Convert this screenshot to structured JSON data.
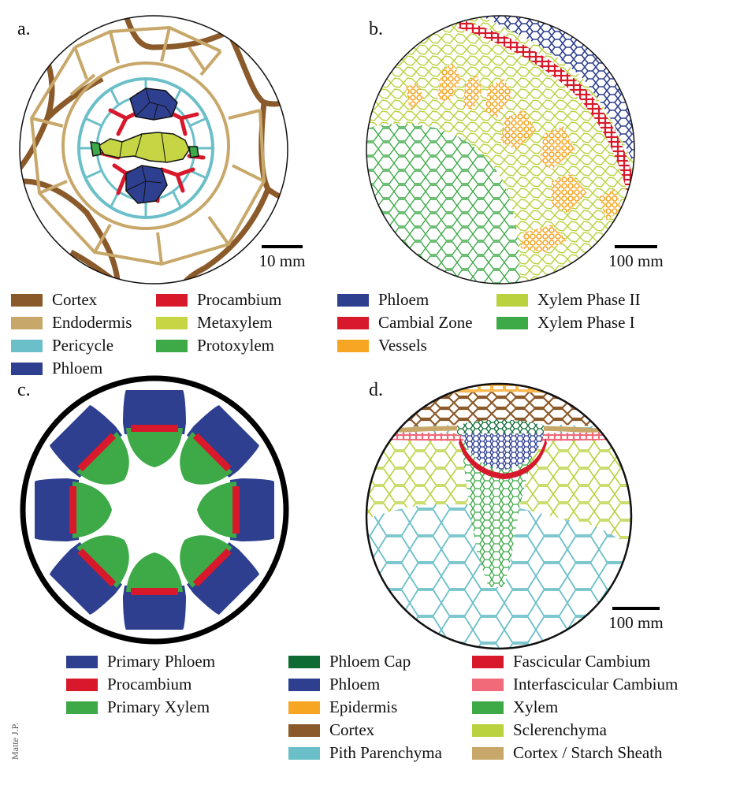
{
  "panels": {
    "a": {
      "label": "a.",
      "scale": "10 mm"
    },
    "b": {
      "label": "b.",
      "scale": "100 mm"
    },
    "c": {
      "label": "c."
    },
    "d": {
      "label": "d.",
      "scale": "100 mm"
    }
  },
  "legend_a": [
    {
      "label": "Cortex",
      "color": "#8B5A2B"
    },
    {
      "label": "Endodermis",
      "color": "#C8A86A"
    },
    {
      "label": "Pericycle",
      "color": "#6BBFC8"
    },
    {
      "label": "Phloem",
      "color": "#2E3F8F"
    },
    {
      "label": "Procambium",
      "color": "#D7192B"
    },
    {
      "label": "Metaxylem",
      "color": "#C5D544"
    },
    {
      "label": "Protoxylem",
      "color": "#3DAA47"
    }
  ],
  "legend_b": [
    {
      "label": "Phloem",
      "color": "#2E3F8F"
    },
    {
      "label": "Cambial Zone",
      "color": "#D7192B"
    },
    {
      "label": "Vessels",
      "color": "#F6A623"
    },
    {
      "label": "Xylem Phase II",
      "color": "#B9D23E"
    },
    {
      "label": "Xylem Phase I",
      "color": "#3DAA47"
    }
  ],
  "legend_c": [
    {
      "label": "Primary Phloem",
      "color": "#2E3F8F"
    },
    {
      "label": "Procambium",
      "color": "#D7192B"
    },
    {
      "label": "Primary Xylem",
      "color": "#3DAA47"
    }
  ],
  "legend_d": [
    {
      "label": "Phloem Cap",
      "color": "#0E6B33"
    },
    {
      "label": "Phloem",
      "color": "#2E3F8F"
    },
    {
      "label": "Epidermis",
      "color": "#F6A623"
    },
    {
      "label": "Cortex",
      "color": "#8B5A2B"
    },
    {
      "label": "Pith Parenchyma",
      "color": "#6BBFC8"
    },
    {
      "label": "Fascicular Cambium",
      "color": "#D7192B"
    },
    {
      "label": "Interfascicular Cambium",
      "color": "#F06A7A"
    },
    {
      "label": "Xylem",
      "color": "#3DAA47"
    },
    {
      "label": "Sclerenchyma",
      "color": "#B9D23E"
    },
    {
      "label": "Cortex / Starch Sheath",
      "color": "#C8A86A"
    }
  ],
  "credit": "Matte J.P."
}
